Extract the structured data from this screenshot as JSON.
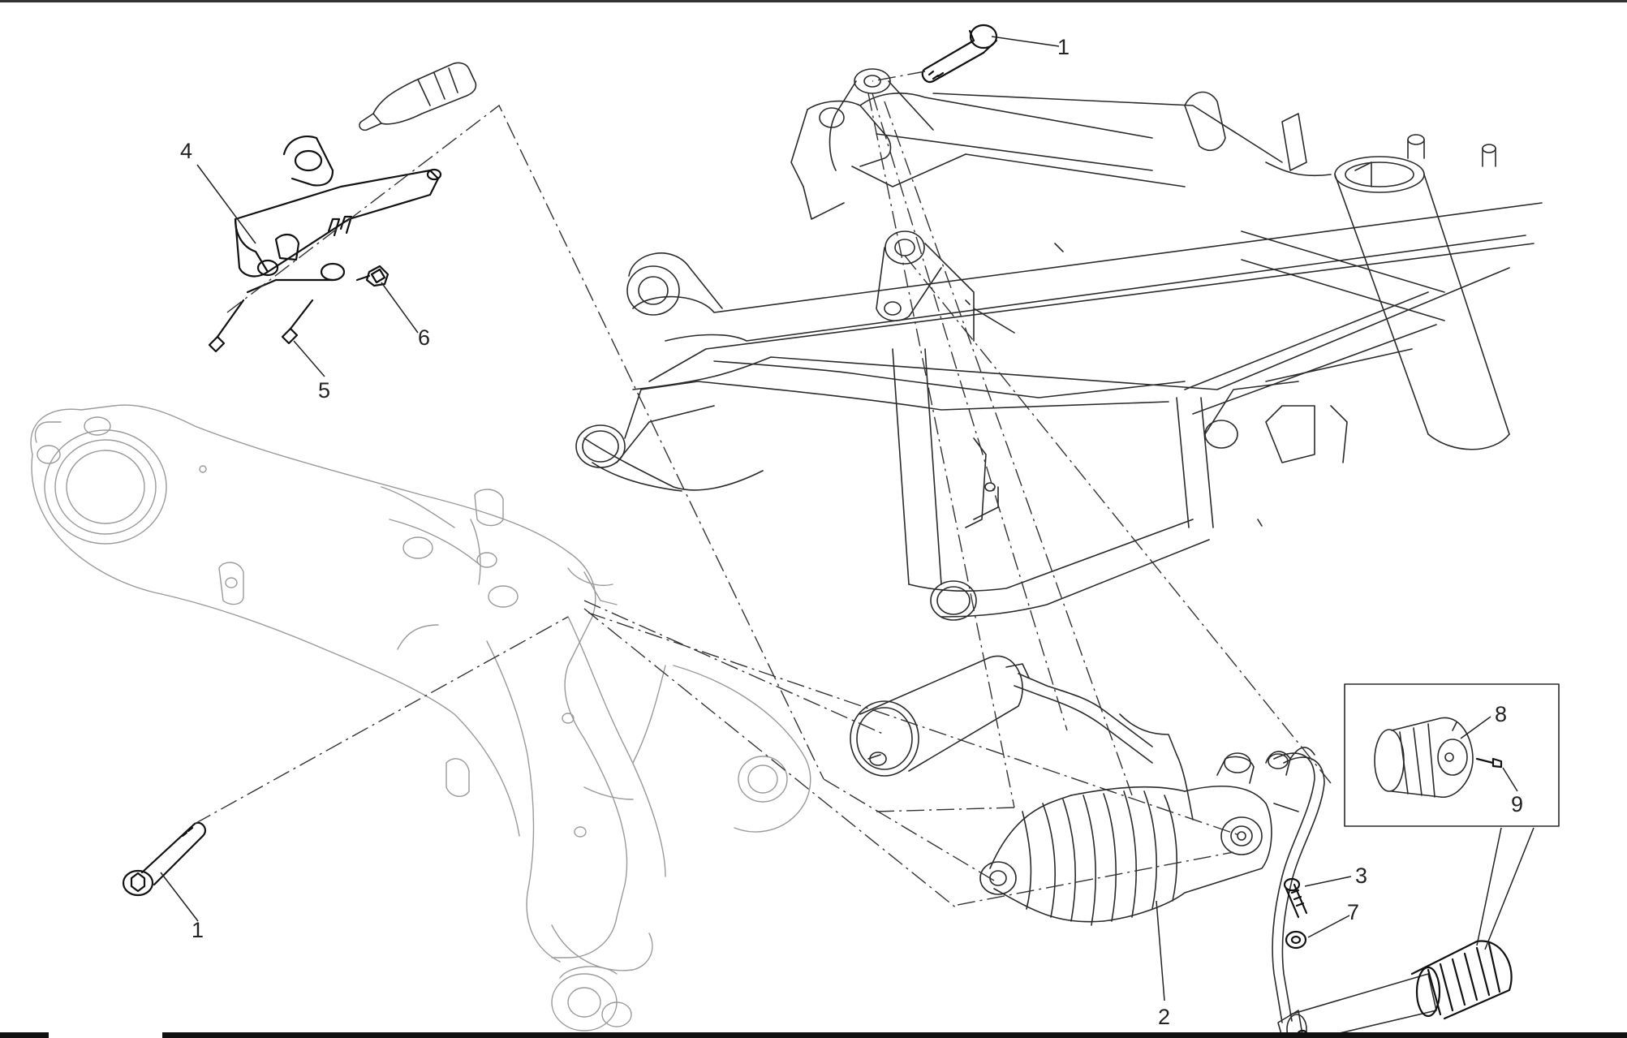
{
  "diagram": {
    "callouts": [
      {
        "id": "c1-top",
        "label": "1"
      },
      {
        "id": "c1-bottom",
        "label": "1"
      },
      {
        "id": "c2",
        "label": "2"
      },
      {
        "id": "c3",
        "label": "3"
      },
      {
        "id": "c4",
        "label": "4"
      },
      {
        "id": "c5",
        "label": "5"
      },
      {
        "id": "c6",
        "label": "6"
      },
      {
        "id": "c7",
        "label": "7"
      },
      {
        "id": "c8",
        "label": "8"
      },
      {
        "id": "c9",
        "label": "9"
      }
    ]
  }
}
